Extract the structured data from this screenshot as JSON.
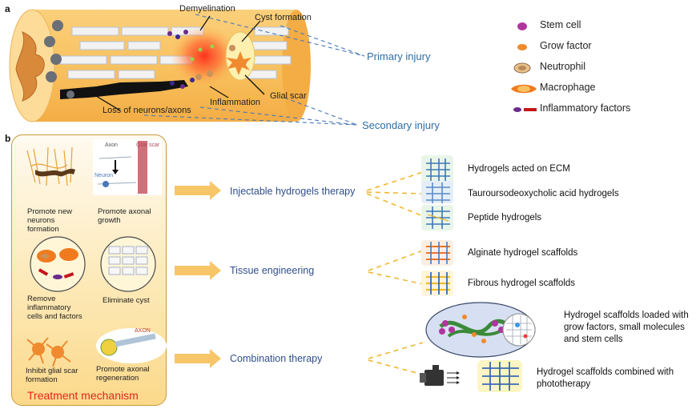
{
  "panel_a": {
    "letter": "a",
    "labels": {
      "demyelination": "Demyelination",
      "cyst_formation": "Cyst formation",
      "inflammation": "Inflammation",
      "glial_scar": "Glial scar",
      "loss_neurons": "Loss of neurons/axons"
    },
    "injury": {
      "primary": "Primary injury",
      "secondary": "Secondary injury"
    },
    "legend": [
      {
        "label": "Stem cell",
        "icon": "stem-cell-icon",
        "color": "#b0359c"
      },
      {
        "label": "Grow factor",
        "icon": "grow-factor-icon",
        "color": "#f08a2e"
      },
      {
        "label": "Neutrophil",
        "icon": "neutrophil-icon",
        "color": "#c9925a"
      },
      {
        "label": "Macrophage",
        "icon": "macrophage-icon",
        "color": "#f07a1e"
      },
      {
        "label": "Inflammatory factors",
        "icon": "inflammatory-factors-icon",
        "color": "#c4161c"
      }
    ]
  },
  "panel_b": {
    "letter": "b",
    "mechanism_title": "Treatment mechanism",
    "mechanisms": [
      {
        "label": "Promote new neurons formation"
      },
      {
        "label": "Promote axonal growth"
      },
      {
        "label": "Remove inflammatory cells and factors"
      },
      {
        "label": "Eliminate cyst"
      },
      {
        "label": "Inhibit glial scar formation"
      },
      {
        "label": "Promote axonal regeneration"
      }
    ],
    "inset_labels": {
      "axon": "Axon",
      "neuron": "Neuron",
      "glial_scar": "Glial scar",
      "axon2": "AXON"
    },
    "therapies": [
      {
        "label": "Injectable hydrogels therapy",
        "items": [
          "Hydrogels acted on ECM",
          "Tauroursodeoxycholic acid hydrogels",
          "Peptide hydrogels"
        ]
      },
      {
        "label": "Tissue engineering",
        "items": [
          "Alginate hydrogel scaffolds",
          "Fibrous hydrogel scaffolds"
        ]
      },
      {
        "label": "Combination therapy",
        "items": [
          "Hydrogel scaffolds loaded with grow factors, small molecules and stem cells",
          "Hydrogel scaffolds combined with phototherapy"
        ]
      }
    ]
  },
  "colors": {
    "cord": "#f9c56a",
    "panel_bg": "#fbd98a",
    "arrow": "#f6c668",
    "text_blue": "#2e6da4",
    "title_red": "#e8231f"
  }
}
